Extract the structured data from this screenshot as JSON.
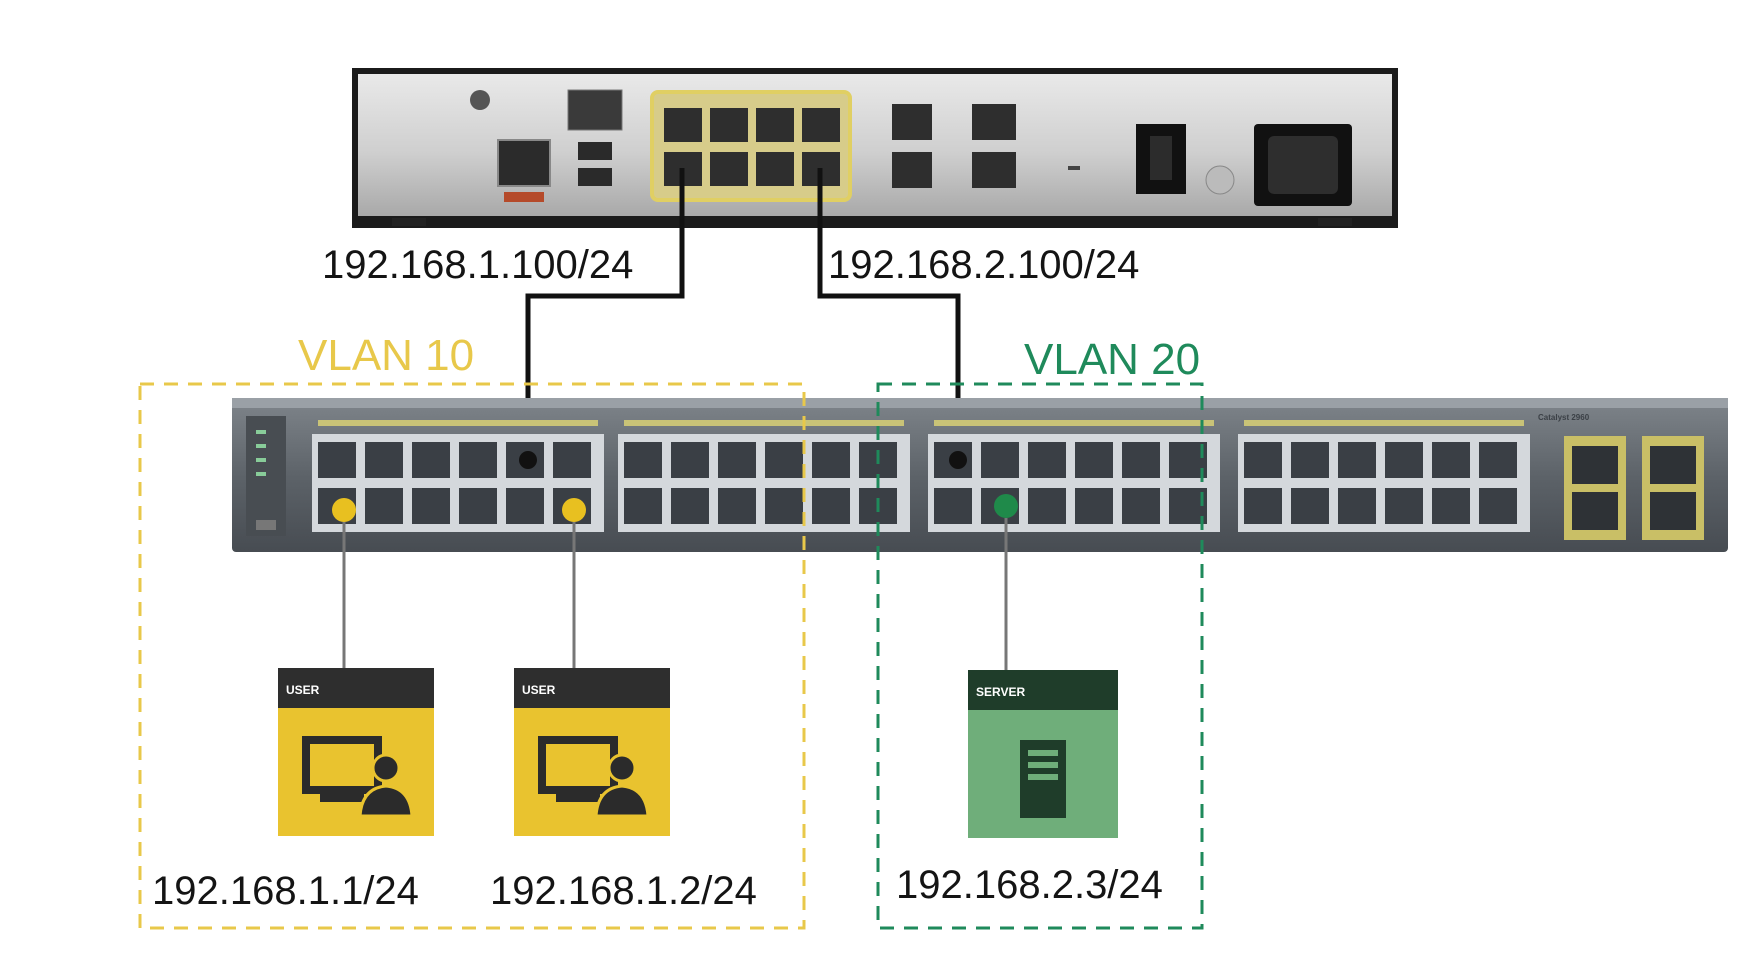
{
  "router": {
    "left_port_ip": "192.168.1.100/24",
    "right_port_ip": "192.168.2.100/24"
  },
  "vlans": [
    {
      "label": "VLAN 10",
      "color": "#e8c84a"
    },
    {
      "label": "VLAN 20",
      "color": "#1f8a5b"
    }
  ],
  "switch": {
    "brand_label": "Catalyst 2960",
    "port_highlights": {
      "vlan10": "#e8c020",
      "vlan20": "#1f8a4a"
    }
  },
  "hosts": [
    {
      "tag": "USER",
      "ip": "192.168.1.1/24",
      "icon": "user-workstation-icon",
      "color": "#e9c32f"
    },
    {
      "tag": "USER",
      "ip": "192.168.1.2/24",
      "icon": "user-workstation-icon",
      "color": "#e9c32f"
    },
    {
      "tag": "SERVER",
      "ip": "192.168.2.3/24",
      "icon": "server-icon",
      "color": "#6fae7a"
    }
  ],
  "colors": {
    "cable_trunk": "#111111",
    "cable_access": "#777777",
    "tag_bar": "#2e2e2e",
    "server_tag_bar": "#1f3d2a"
  }
}
